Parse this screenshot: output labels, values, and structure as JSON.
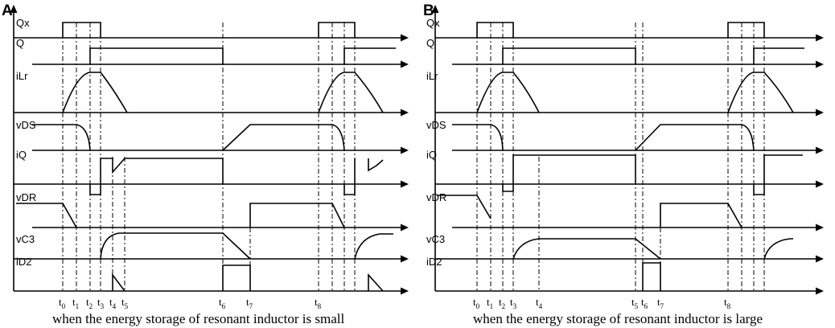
{
  "panels": [
    {
      "letter": "A",
      "signals": [
        "Qx",
        "Q",
        "iLr",
        "vDS",
        "iQ",
        "vDR",
        "vC3",
        "iD2"
      ],
      "times": [
        {
          "main": "t",
          "sub": "0"
        },
        {
          "main": "t",
          "sub": "1"
        },
        {
          "main": "t",
          "sub": "2"
        },
        {
          "main": "t",
          "sub": "3"
        },
        {
          "main": "t",
          "sub": "4"
        },
        {
          "main": "t",
          "sub": "5"
        },
        {
          "main": "t",
          "sub": "6"
        },
        {
          "main": "t",
          "sub": "7"
        },
        {
          "main": "t",
          "sub": "8"
        }
      ],
      "caption": "when the energy storage of resonant inductor is small"
    },
    {
      "letter": "B",
      "signals": [
        "Qx",
        "Q",
        "iLr",
        "vDS",
        "iQ",
        "vDR",
        "vC3",
        "iD2"
      ],
      "times": [
        {
          "main": "t",
          "sub": "0"
        },
        {
          "main": "t",
          "sub": "1"
        },
        {
          "main": "t",
          "sub": "2"
        },
        {
          "main": "t",
          "sub": "3"
        },
        {
          "main": "t",
          "sub": "4"
        },
        {
          "main": "t",
          "sub": "5"
        },
        {
          "main": "t",
          "sub": "6"
        },
        {
          "main": "t",
          "sub": "7"
        },
        {
          "main": "t",
          "sub": "8"
        }
      ],
      "caption": "when the energy storage of resonant inductor is large"
    }
  ]
}
